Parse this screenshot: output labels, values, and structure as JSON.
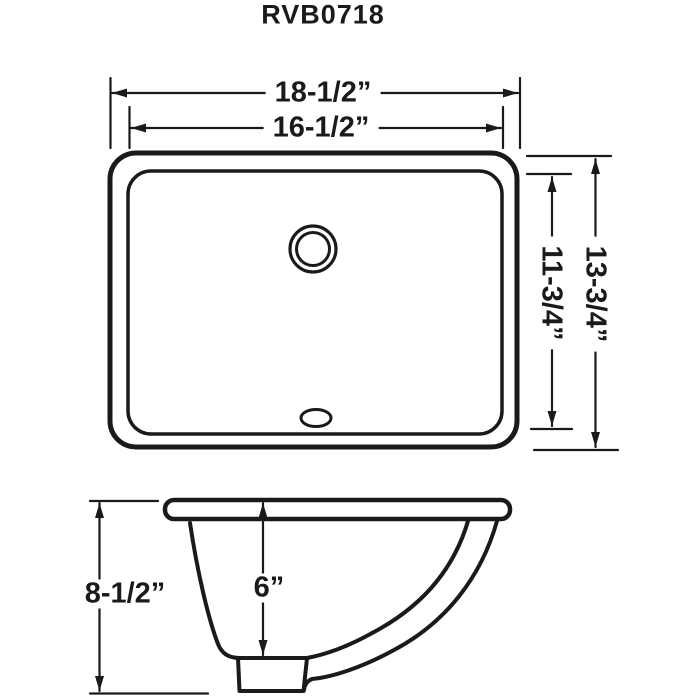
{
  "title": "RVB0718",
  "colors": {
    "line": "#1a1a1a",
    "background": "#ffffff"
  },
  "top_view": {
    "dimensions": {
      "outer_width": "18-1/2”",
      "inner_width": "16-1/2”",
      "inner_depth": "11-3/4”",
      "outer_depth": "13-3/4”"
    },
    "features": {
      "drain": "drain-hole",
      "overflow": "overflow-hole"
    }
  },
  "side_view": {
    "dimensions": {
      "height": "8-1/2”",
      "bowl_depth": "6”"
    }
  }
}
